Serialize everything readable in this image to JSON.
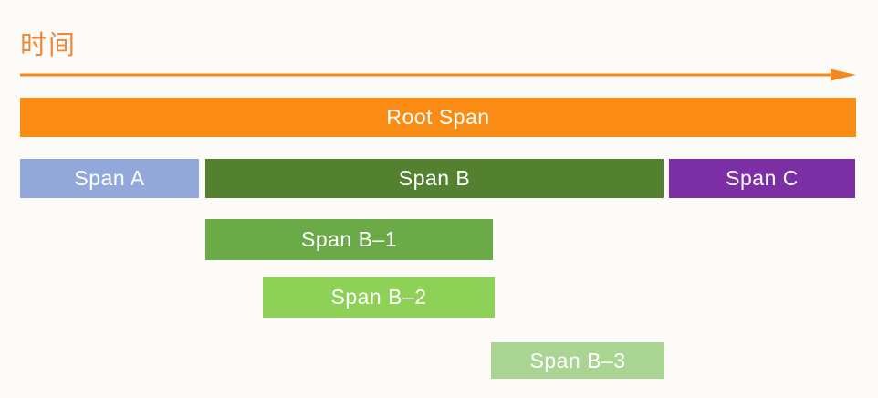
{
  "timeline": {
    "label": "时间"
  },
  "colors": {
    "background": "#FDFBF8",
    "title_orange": "#F0883A",
    "arrow_orange": "#F3891E",
    "root_orange": "#FA8C16",
    "span_a_blue": "#92A8DB",
    "span_b_green": "#53812F",
    "span_c_purple": "#7C2EA5",
    "span_b1_green": "#6BAB47",
    "span_b2_green": "#8DD156",
    "span_b3_green": "#A9D491",
    "label_text": "#FFFFFF"
  },
  "spans": {
    "root": {
      "label": "Root Span"
    },
    "a": {
      "label": "Span A"
    },
    "b": {
      "label": "Span B"
    },
    "c": {
      "label": "Span C"
    },
    "b1": {
      "label": "Span B–1"
    },
    "b2": {
      "label": "Span B–2"
    },
    "b3": {
      "label": "Span B–3"
    }
  }
}
